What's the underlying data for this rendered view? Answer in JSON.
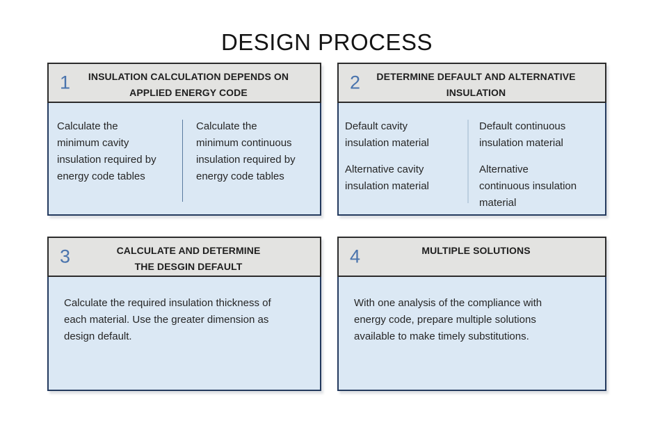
{
  "page": {
    "title": "DESIGN PROCESS"
  },
  "colors": {
    "header_bg": "#e3e3e1",
    "body_bg": "#dbe8f4",
    "number_blue": "#4a74ad",
    "header_border": "#2b2b2b",
    "body_border": "#243a5e",
    "divider_dark": "#5a7aa0",
    "divider_light": "#bccfe0"
  },
  "cards": [
    {
      "number": "1",
      "title": "INSULATION CALCULATION DEPENDS ON\nAPPLIED ENERGY CODE",
      "body": {
        "left": [
          "Calculate the\nminimum cavity\ninsulation required by\nenergy code tables"
        ],
        "right": [
          "Calculate the\nminimum continuous\ninsulation required by\nenergy code tables"
        ]
      }
    },
    {
      "number": "2",
      "title": "DETERMINE DEFAULT AND ALTERNATIVE\nINSULATION",
      "body": {
        "left": [
          "Default cavity\ninsulation material",
          "Alternative cavity\ninsulation material"
        ],
        "right": [
          "Default continuous\ninsulation material",
          "Alternative\ncontinuous insulation\nmaterial"
        ]
      }
    },
    {
      "number": "3",
      "title": "CALCULATE AND DETERMINE\nTHE DESGIN DEFAULT",
      "body": {
        "text": "Calculate the required insulation thickness of\neach material. Use the greater dimension as\ndesign default."
      }
    },
    {
      "number": "4",
      "title": "MULTIPLE SOLUTIONS",
      "body": {
        "text": "With one analysis of the compliance with\nenergy code, prepare multiple solutions\navailable to make timely substitutions."
      }
    }
  ]
}
